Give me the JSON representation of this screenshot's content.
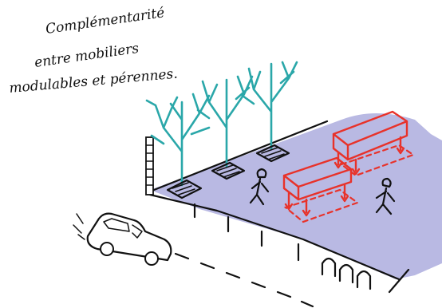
{
  "caption": {
    "line1": "Complémentarité",
    "line2": "entre mobiliers",
    "line3": "modulables et pérennes."
  },
  "colors": {
    "ground": "#b9b9e3",
    "ink": "#111111",
    "tree": "#2aa7a9",
    "modular_furniture": "#e8322a"
  },
  "icons": {
    "tree": "bare-tree-icon",
    "bench": "modular-bench-icon",
    "pedestrian": "walking-person-icon",
    "car": "car-icon",
    "bollard": "bollard-icon",
    "bike_rack": "bike-rack-icon",
    "lamp_post": "lamp-post-icon"
  }
}
